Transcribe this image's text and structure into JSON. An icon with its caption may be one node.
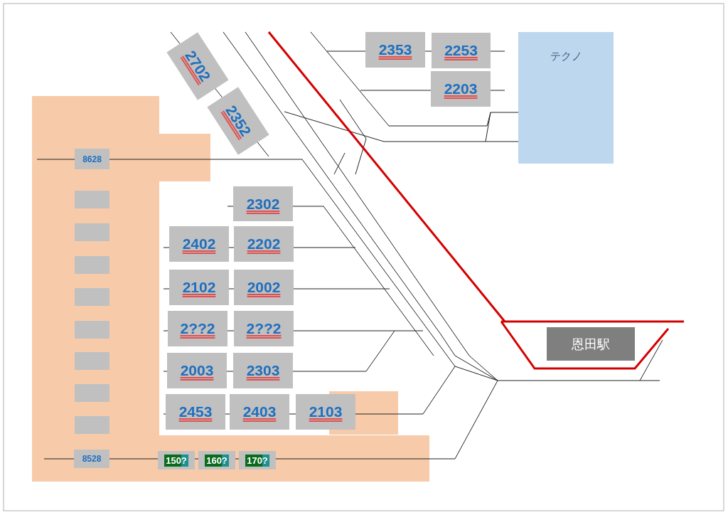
{
  "diagram": {
    "nodes": [
      {
        "text": [
          "2702"
        ]
      },
      {
        "text": [
          "2352"
        ]
      },
      {
        "text": [
          "2353"
        ]
      },
      {
        "text": [
          "2253"
        ]
      },
      {
        "text": [
          "2203"
        ]
      },
      {
        "text": [
          "テクノ"
        ]
      },
      {
        "text": [
          "8628"
        ]
      },
      {
        "text": [],
        "shape": "box"
      },
      {
        "text": [],
        "shape": "box"
      },
      {
        "text": [],
        "shape": "box"
      },
      {
        "text": [],
        "shape": "box"
      },
      {
        "text": [],
        "shape": "box"
      },
      {
        "text": [],
        "shape": "box"
      },
      {
        "text": [],
        "shape": "box"
      },
      {
        "text": [],
        "shape": "box"
      },
      {
        "text": [
          "2302"
        ]
      },
      {
        "text": [
          "2402"
        ]
      },
      {
        "text": [
          "2202"
        ]
      },
      {
        "text": [
          "2102"
        ]
      },
      {
        "text": [
          "2002"
        ]
      },
      {
        "text": [
          "2??2"
        ]
      },
      {
        "text": [
          "2??2"
        ]
      },
      {
        "text": [
          "2003"
        ]
      },
      {
        "text": [
          "2303"
        ]
      },
      {
        "text": [
          "2453"
        ]
      },
      {
        "text": [
          "2403"
        ]
      },
      {
        "text": [
          "2103"
        ]
      },
      {
        "text": [
          "恩田駅"
        ]
      },
      {
        "text": [
          "8528"
        ]
      },
      {
        "text": [
          "150?"
        ]
      },
      {
        "text": [
          "160?"
        ]
      },
      {
        "text": [
          "170?"
        ]
      }
    ]
  }
}
